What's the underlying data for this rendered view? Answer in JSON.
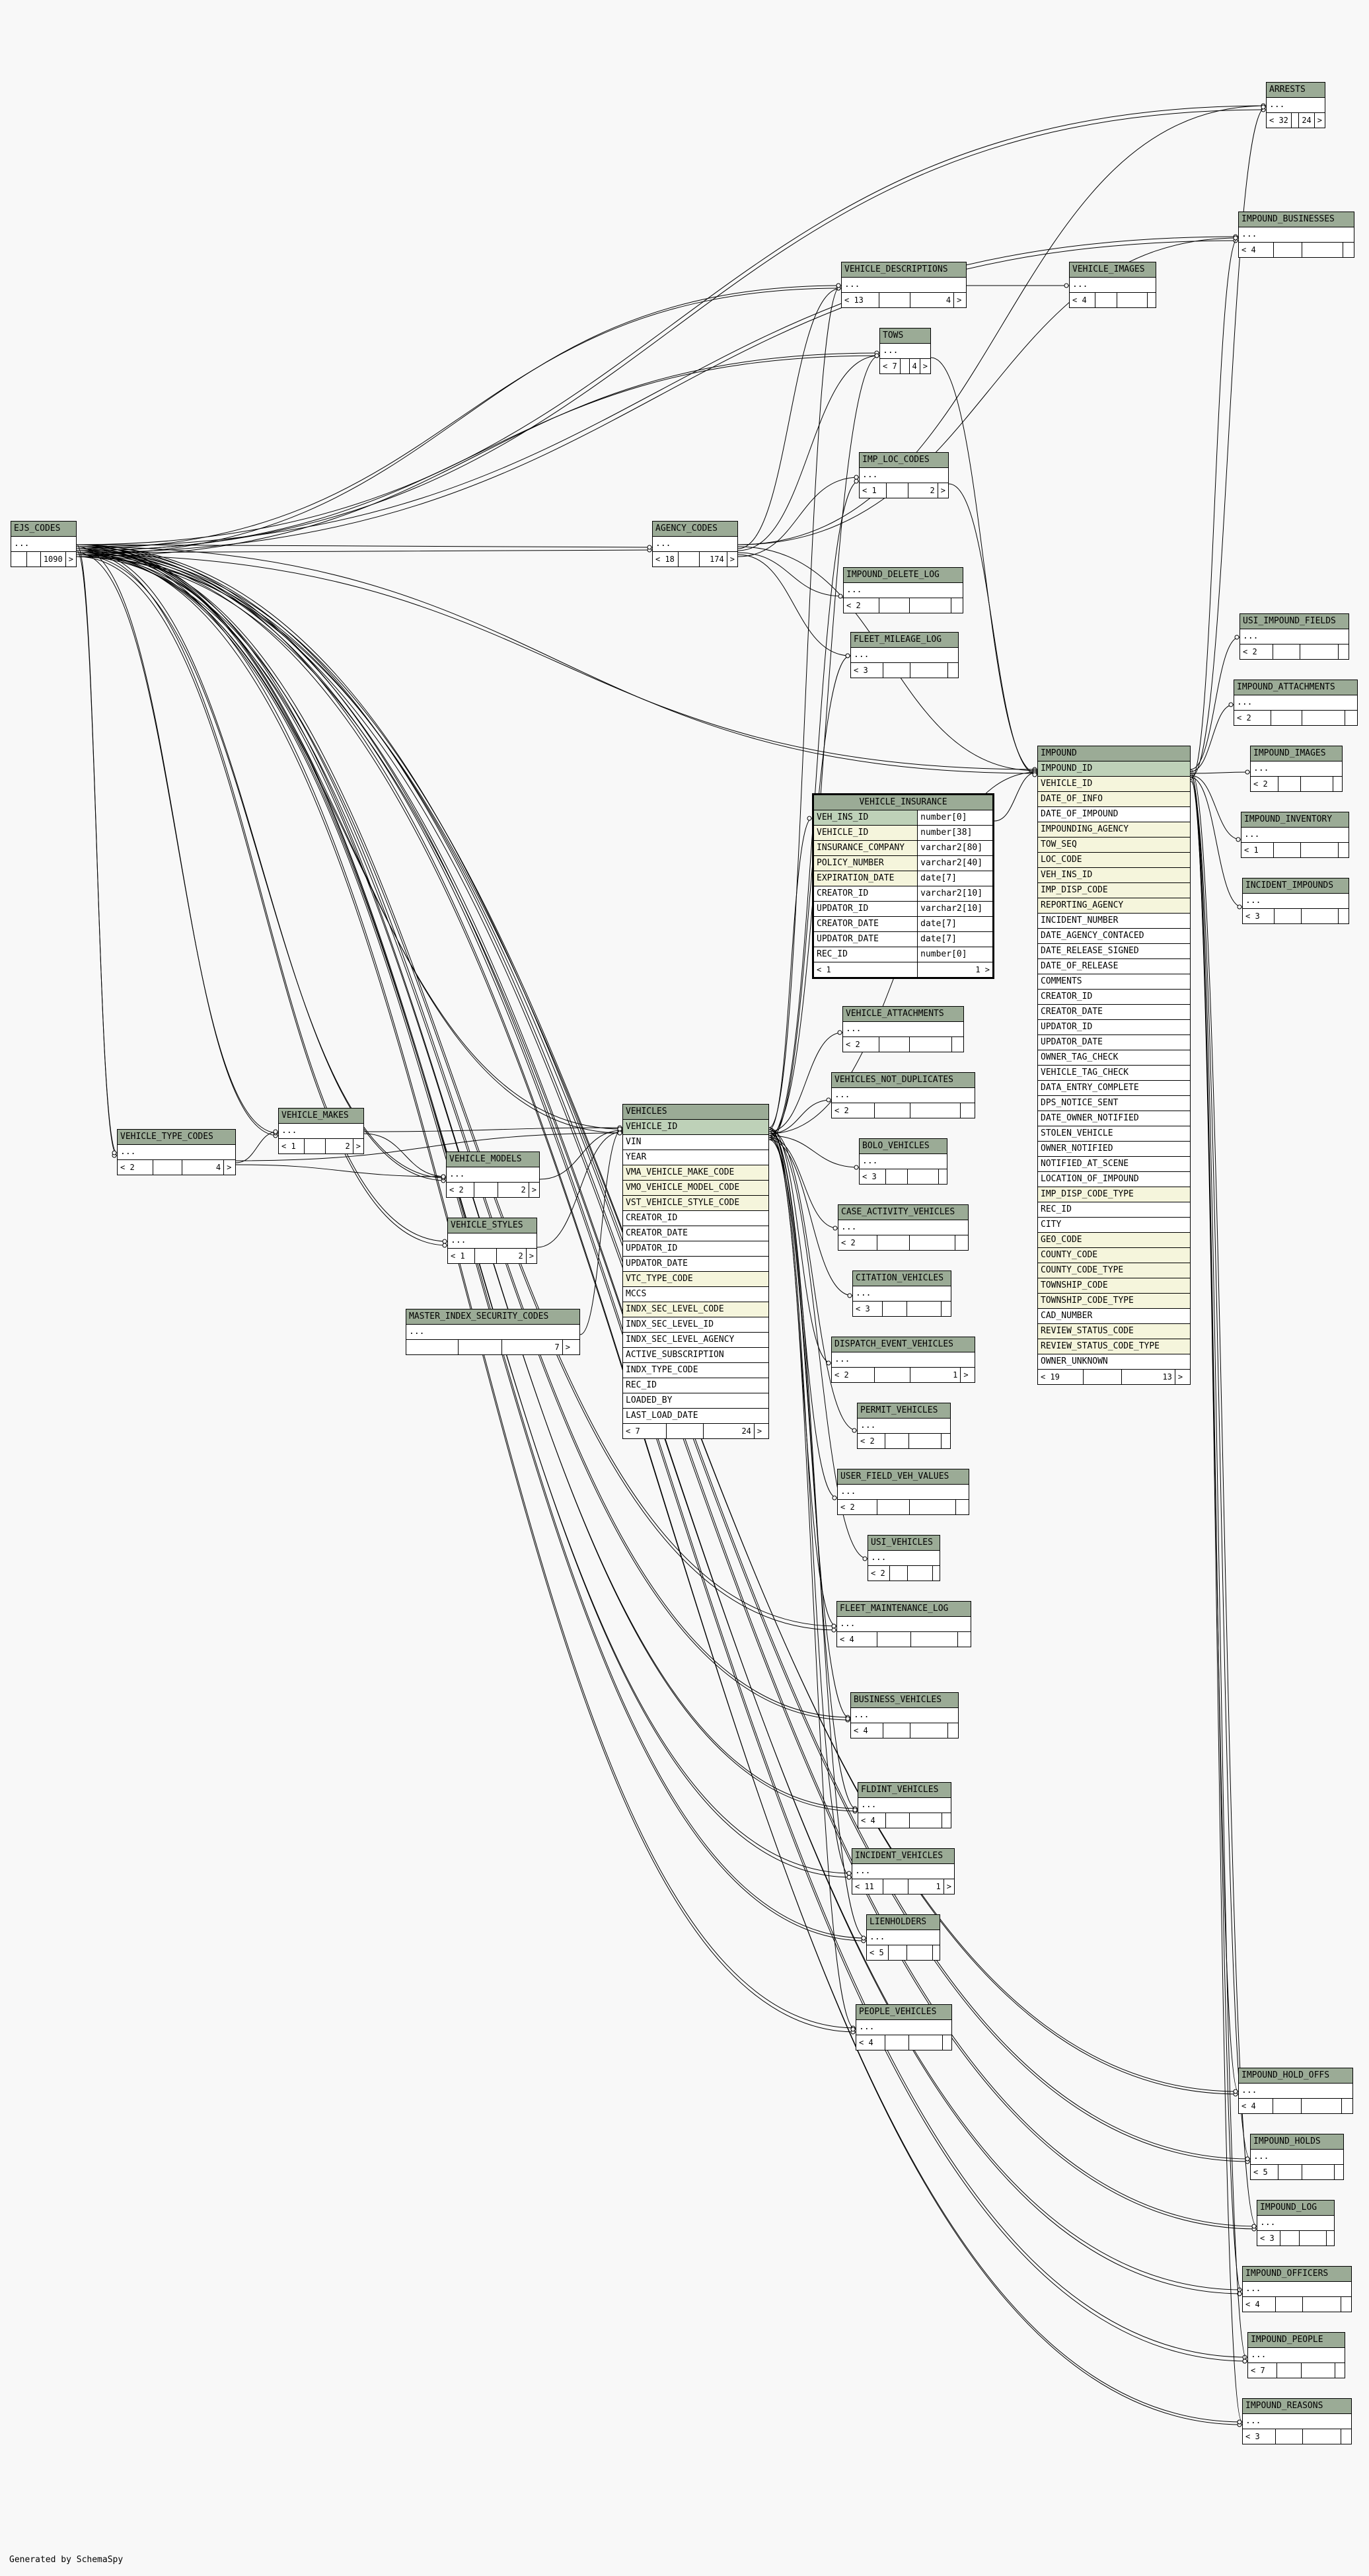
{
  "footer": "Generated by SchemaSpy",
  "tables": {
    "arrests": {
      "name": "ARRESTS",
      "rows": [
        "..."
      ],
      "foot": [
        "<",
        "32",
        "24",
        ">"
      ]
    },
    "impound_businesses": {
      "name": "IMPOUND_BUSINESSES",
      "rows": [
        "..."
      ],
      "foot": [
        "<",
        "4",
        "",
        ""
      ]
    },
    "vehicle_descriptions": {
      "name": "VEHICLE_DESCRIPTIONS",
      "rows": [
        "..."
      ],
      "foot": [
        "<",
        "13",
        "4",
        ">"
      ]
    },
    "vehicle_images": {
      "name": "VEHICLE_IMAGES",
      "rows": [
        "..."
      ],
      "foot": [
        "<",
        "4",
        "",
        ""
      ]
    },
    "tows": {
      "name": "TOWS",
      "rows": [
        "..."
      ],
      "foot": [
        "<",
        "7",
        "4",
        ">"
      ]
    },
    "ejs_codes": {
      "name": "EJS_CODES",
      "rows": [
        "..."
      ],
      "foot": [
        "",
        "",
        "1090",
        ">"
      ]
    },
    "agency_codes": {
      "name": "AGENCY_CODES",
      "rows": [
        "..."
      ],
      "foot": [
        "<",
        "18",
        "174",
        ">"
      ]
    },
    "imp_loc_codes": {
      "name": "IMP_LOC_CODES",
      "rows": [
        "..."
      ],
      "foot": [
        "<",
        "1",
        "2",
        ">"
      ]
    },
    "impound_delete_log": {
      "name": "IMPOUND_DELETE_LOG",
      "rows": [
        "..."
      ],
      "foot": [
        "<",
        "2",
        "",
        ""
      ]
    },
    "fleet_mileage_log": {
      "name": "FLEET_MILEAGE_LOG",
      "rows": [
        "..."
      ],
      "foot": [
        "<",
        "3",
        "",
        ""
      ]
    },
    "usi_impound_fields": {
      "name": "USI_IMPOUND_FIELDS",
      "rows": [
        "..."
      ],
      "foot": [
        "<",
        "2",
        "",
        ""
      ]
    },
    "impound_attachments": {
      "name": "IMPOUND_ATTACHMENTS",
      "rows": [
        "..."
      ],
      "foot": [
        "<",
        "2",
        "",
        ""
      ]
    },
    "impound_images": {
      "name": "IMPOUND_IMAGES",
      "rows": [
        "..."
      ],
      "foot": [
        "<",
        "2",
        "",
        ""
      ]
    },
    "impound_inventory": {
      "name": "IMPOUND_INVENTORY",
      "rows": [
        "..."
      ],
      "foot": [
        "<",
        "1",
        "",
        ""
      ]
    },
    "incident_impounds": {
      "name": "INCIDENT_IMPOUNDS",
      "rows": [
        "..."
      ],
      "foot": [
        "<",
        "3",
        "",
        ""
      ]
    },
    "vehicle_insurance": {
      "name": "VEHICLE_INSURANCE",
      "columns": [
        {
          "name": "VEH_INS_ID",
          "type": "number[0]"
        },
        {
          "name": "VEHICLE_ID",
          "type": "number[38]"
        },
        {
          "name": "INSURANCE_COMPANY",
          "type": "varchar2[80]"
        },
        {
          "name": "POLICY_NUMBER",
          "type": "varchar2[40]"
        },
        {
          "name": "EXPIRATION_DATE",
          "type": "date[7]"
        },
        {
          "name": "CREATOR_ID",
          "type": "varchar2[10]"
        },
        {
          "name": "UPDATOR_ID",
          "type": "varchar2[10]"
        },
        {
          "name": "CREATOR_DATE",
          "type": "date[7]"
        },
        {
          "name": "UPDATOR_DATE",
          "type": "date[7]"
        },
        {
          "name": "REC_ID",
          "type": "number[0]"
        }
      ],
      "foot": [
        "<",
        "1",
        "1",
        ">"
      ]
    },
    "impound": {
      "name": "IMPOUND",
      "rows": [
        "IMPOUND_ID",
        "VEHICLE_ID",
        "DATE_OF_INFO",
        "DATE_OF_IMPOUND",
        "IMPOUNDING_AGENCY",
        "TOW_SEQ",
        "LOC_CODE",
        "VEH_INS_ID",
        "IMP_DISP_CODE",
        "REPORTING_AGENCY",
        "INCIDENT_NUMBER",
        "DATE_AGENCY_CONTACED",
        "DATE_RELEASE_SIGNED",
        "DATE_OF_RELEASE",
        "COMMENTS",
        "CREATOR_ID",
        "CREATOR_DATE",
        "UPDATOR_ID",
        "UPDATOR_DATE",
        "OWNER_TAG_CHECK",
        "VEHICLE_TAG_CHECK",
        "DATA_ENTRY_COMPLETE",
        "DPS_NOTICE_SENT",
        "DATE_OWNER_NOTIFIED",
        "STOLEN_VEHICLE",
        "OWNER_NOTIFIED",
        "NOTIFIED_AT_SCENE",
        "LOCATION_OF_IMPOUND",
        "IMP_DISP_CODE_TYPE",
        "REC_ID",
        "CITY",
        "GEO_CODE",
        "COUNTY_CODE",
        "COUNTY_CODE_TYPE",
        "TOWNSHIP_CODE",
        "TOWNSHIP_CODE_TYPE",
        "CAD_NUMBER",
        "REVIEW_STATUS_CODE",
        "REVIEW_STATUS_CODE_TYPE",
        "OWNER_UNKNOWN"
      ],
      "foot": [
        "<",
        "19",
        "13",
        ">"
      ]
    },
    "vehicle_attachments": {
      "name": "VEHICLE_ATTACHMENTS",
      "rows": [
        "..."
      ],
      "foot": [
        "<",
        "2",
        "",
        ""
      ]
    },
    "vehicles_not_duplicates": {
      "name": "VEHICLES_NOT_DUPLICATES",
      "rows": [
        "..."
      ],
      "foot": [
        "<",
        "2",
        "",
        ""
      ]
    },
    "vehicle_makes": {
      "name": "VEHICLE_MAKES",
      "rows": [
        "..."
      ],
      "foot": [
        "<",
        "1",
        "2",
        ">"
      ]
    },
    "vehicle_type_codes": {
      "name": "VEHICLE_TYPE_CODES",
      "rows": [
        "..."
      ],
      "foot": [
        "<",
        "2",
        "4",
        ">"
      ]
    },
    "vehicle_models": {
      "name": "VEHICLE_MODELS",
      "rows": [
        "..."
      ],
      "foot": [
        "<",
        "2",
        "2",
        ">"
      ]
    },
    "vehicles": {
      "name": "VEHICLES",
      "rows": [
        "VEHICLE_ID",
        "VIN",
        "YEAR",
        "VMA_VEHICLE_MAKE_CODE",
        "VMO_VEHICLE_MODEL_CODE",
        "VST_VEHICLE_STYLE_CODE",
        "CREATOR_ID",
        "CREATOR_DATE",
        "UPDATOR_ID",
        "UPDATOR_DATE",
        "VTC_TYPE_CODE",
        "MCCS",
        "INDX_SEC_LEVEL_CODE",
        "INDX_SEC_LEVEL_ID",
        "INDX_SEC_LEVEL_AGENCY",
        "ACTIVE_SUBSCRIPTION",
        "INDX_TYPE_CODE",
        "REC_ID",
        "LOADED_BY",
        "LAST_LOAD_DATE"
      ],
      "foot": [
        "<",
        "7",
        "24",
        ">"
      ]
    },
    "bolo_vehicles": {
      "name": "BOLO_VEHICLES",
      "rows": [
        "..."
      ],
      "foot": [
        "<",
        "3",
        "",
        ""
      ]
    },
    "vehicle_styles": {
      "name": "VEHICLE_STYLES",
      "rows": [
        "..."
      ],
      "foot": [
        "<",
        "1",
        "2",
        ">"
      ]
    },
    "case_activity_vehicles": {
      "name": "CASE_ACTIVITY_VEHICLES",
      "rows": [
        "..."
      ],
      "foot": [
        "<",
        "2",
        "",
        ""
      ]
    },
    "citation_vehicles": {
      "name": "CITATION_VEHICLES",
      "rows": [
        "..."
      ],
      "foot": [
        "<",
        "3",
        "",
        ""
      ]
    },
    "master_index_security_codes": {
      "name": "MASTER_INDEX_SECURITY_CODES",
      "rows": [
        "..."
      ],
      "foot": [
        "",
        "",
        "7",
        ">"
      ]
    },
    "dispatch_event_vehicles": {
      "name": "DISPATCH_EVENT_VEHICLES",
      "rows": [
        "..."
      ],
      "foot": [
        "<",
        "2",
        "1",
        ">"
      ]
    },
    "permit_vehicles": {
      "name": "PERMIT_VEHICLES",
      "rows": [
        "..."
      ],
      "foot": [
        "<",
        "2",
        "",
        ""
      ]
    },
    "user_field_veh_values": {
      "name": "USER_FIELD_VEH_VALUES",
      "rows": [
        "..."
      ],
      "foot": [
        "<",
        "2",
        "",
        ""
      ]
    },
    "usi_vehicles": {
      "name": "USI_VEHICLES",
      "rows": [
        "..."
      ],
      "foot": [
        "<",
        "2",
        "",
        ""
      ]
    },
    "fleet_maintenance_log": {
      "name": "FLEET_MAINTENANCE_LOG",
      "rows": [
        "..."
      ],
      "foot": [
        "<",
        "4",
        "",
        ""
      ]
    },
    "business_vehicles": {
      "name": "BUSINESS_VEHICLES",
      "rows": [
        "..."
      ],
      "foot": [
        "<",
        "4",
        "",
        ""
      ]
    },
    "fldint_vehicles": {
      "name": "FLDINT_VEHICLES",
      "rows": [
        "..."
      ],
      "foot": [
        "<",
        "4",
        "",
        ""
      ]
    },
    "incident_vehicles": {
      "name": "INCIDENT_VEHICLES",
      "rows": [
        "..."
      ],
      "foot": [
        "<",
        "11",
        "1",
        ">"
      ]
    },
    "lienholders": {
      "name": "LIENHOLDERS",
      "rows": [
        "..."
      ],
      "foot": [
        "<",
        "5",
        "",
        ""
      ]
    },
    "people_vehicles": {
      "name": "PEOPLE_VEHICLES",
      "rows": [
        "..."
      ],
      "foot": [
        "<",
        "4",
        "",
        ""
      ]
    },
    "impound_hold_offs": {
      "name": "IMPOUND_HOLD_OFFS",
      "rows": [
        "..."
      ],
      "foot": [
        "<",
        "4",
        "",
        ""
      ]
    },
    "impound_holds": {
      "name": "IMPOUND_HOLDS",
      "rows": [
        "..."
      ],
      "foot": [
        "<",
        "5",
        "",
        ""
      ]
    },
    "impound_log": {
      "name": "IMPOUND_LOG",
      "rows": [
        "..."
      ],
      "foot": [
        "<",
        "3",
        "",
        ""
      ]
    },
    "impound_officers": {
      "name": "IMPOUND_OFFICERS",
      "rows": [
        "..."
      ],
      "foot": [
        "<",
        "4",
        "",
        ""
      ]
    },
    "impound_people": {
      "name": "IMPOUND_PEOPLE",
      "rows": [
        "..."
      ],
      "foot": [
        "<",
        "7",
        "",
        ""
      ]
    },
    "impound_reasons": {
      "name": "IMPOUND_REASONS",
      "rows": [
        "..."
      ],
      "foot": [
        "<",
        "3",
        "",
        ""
      ]
    }
  }
}
